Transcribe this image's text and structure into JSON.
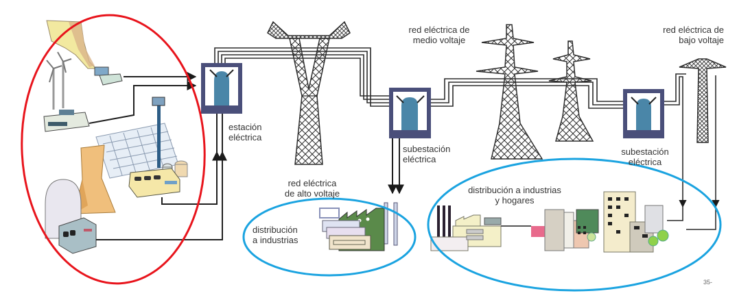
{
  "title": "Sistema eléctrico: generación, transmisión y distribución",
  "labels": {
    "power_station": [
      "estación",
      "eléctrica"
    ],
    "high_voltage": [
      "red eléctrica",
      "de alto voltaje"
    ],
    "medium_voltage": [
      "red eléctrica de",
      "medio voltaje"
    ],
    "low_voltage": [
      "red eléctrica de",
      "bajo voltaje"
    ],
    "substation_1": [
      "subestación",
      "eléctrica"
    ],
    "substation_2": [
      "subestación",
      "eléctrica"
    ],
    "industry_distribution": [
      "distribución",
      "a industrias"
    ],
    "homes_distribution": [
      "distribución a industrias",
      "y hogares"
    ]
  },
  "page_number": "35-",
  "highlights": {
    "generation_ring_color": "#e8141c",
    "distribution_ring_color": "#1aa3e0"
  },
  "colors": {
    "line": "#2b2b2b",
    "transformer_frame": "#4a4f7a",
    "transformer_core": "#4a86a8",
    "tower": "#2e2e2e"
  }
}
